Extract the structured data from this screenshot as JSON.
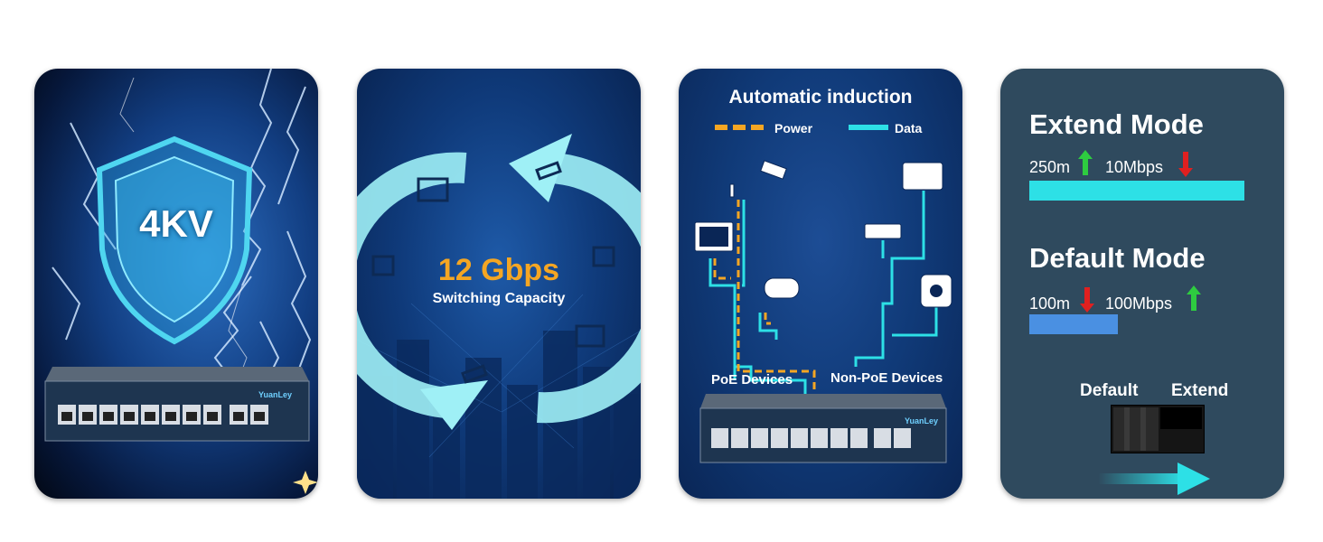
{
  "panel_surge": {
    "shield_text": "4KV",
    "switch_brand": "YuanLey"
  },
  "panel_capacity": {
    "speed": "12 Gbps",
    "caption": "Switching Capacity"
  },
  "panel_induction": {
    "title": "Automatic induction",
    "legend_power": "Power",
    "legend_data": "Data",
    "poe_label": "PoE Devices",
    "nonpoe_label": "Non-PoE Devices",
    "switch_brand": "YuanLey"
  },
  "panel_modes": {
    "extend_title": "Extend Mode",
    "extend_distance": "250m",
    "extend_speed": "10Mbps",
    "extend_bar_fraction": 1.0,
    "default_title": "Default Mode",
    "default_distance": "100m",
    "default_speed": "100Mbps",
    "default_bar_fraction": 0.41,
    "switch_label_default": "Default",
    "switch_label_extend": "Extend"
  },
  "colors": {
    "cyan": "#2de0e6",
    "orange": "#f5a623",
    "blue_bar": "#4a90e2",
    "up_arrow": "#2ecc40",
    "down_arrow": "#e02020"
  }
}
